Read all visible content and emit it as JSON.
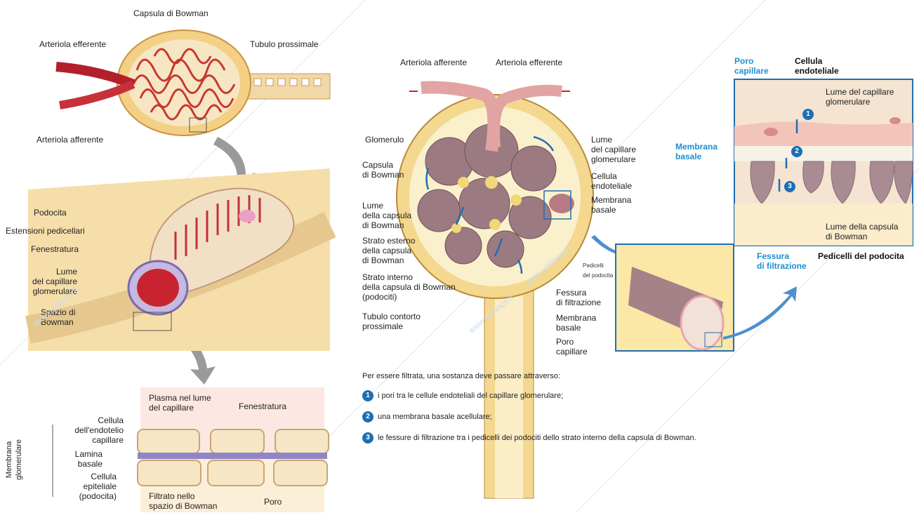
{
  "panel_a": {
    "capsula": "Capsula di Bowman",
    "arteriola_eff": "Arteriola efferente",
    "tubulo": "Tubulo prossimale",
    "arteriola_aff": "Arteriola afferente",
    "podocita": "Podocita",
    "estensioni": "Estensioni pedicellari",
    "fenestratura": "Fenestratura",
    "lume": [
      "Lume",
      "del capillare",
      "glomerulare"
    ],
    "spazio": [
      "Spazio di",
      "Bowman"
    ],
    "plasma": [
      "Plasma nel lume",
      "del capillare"
    ],
    "fenestratura2": "Fenestratura",
    "cellula_endo": [
      "Cellula",
      "dell'endotelio",
      "capillare"
    ],
    "lamina": [
      "Lamina",
      "basale"
    ],
    "cellula_epi": [
      "Cellula",
      "epiteliale",
      "(podocita)"
    ],
    "filtrato": [
      "Filtrato nello",
      "spazio di Bowman"
    ],
    "poro": "Poro",
    "membrana_glom": [
      "Membrana",
      "glomerulare"
    ]
  },
  "panel_b": {
    "art_aff": "Arteriola afferente",
    "art_eff": "Arteriola efferente",
    "glomerulo": "Glomerulo",
    "capsula": [
      "Capsula",
      "di Bowman"
    ],
    "lume_capsula": [
      "Lume",
      "della capsula",
      "di Bowman"
    ],
    "strato_esterno": [
      "Strato esterno",
      "della capsula",
      "di Bowman"
    ],
    "strato_interno": [
      "Strato interno",
      "della capsula di Bowman",
      "(podociti)"
    ],
    "tubulo": [
      "Tubulo contorto",
      "prossimale"
    ],
    "lume_cap": [
      "Lume",
      "del capillare",
      "glomerulare"
    ],
    "cellula_endo": [
      "Cellula",
      "endoteliale"
    ],
    "membrana": [
      "Membrana",
      "basale"
    ]
  },
  "panel_c": {
    "pedicelli": [
      "Pedicelli",
      "del podocita"
    ],
    "fessura": [
      "Fessura",
      "di filtrazione"
    ],
    "membrana": [
      "Membrana",
      "basale"
    ],
    "poro": [
      "Poro",
      "capillare"
    ]
  },
  "panel_d": {
    "poro": [
      "Poro",
      "capillare"
    ],
    "cellula": [
      "Cellula",
      "endoteliale"
    ],
    "lume": [
      "Lume del capillare",
      "glomerulare"
    ],
    "membrana": [
      "Membrana",
      "basale"
    ],
    "lume_capsula": [
      "Lume della capsula",
      "di Bowman"
    ],
    "fessura": [
      "Fessura",
      "di filtrazione"
    ],
    "pedicelli": "Pedicelli del podocita",
    "nums": [
      "1",
      "2",
      "3"
    ]
  },
  "caption": {
    "intro": "Per essere filtrata, una sostanza deve passare attraverso:",
    "items": [
      {
        "num": "1",
        "text": "i pori tra le cellule endoteliali del capillare glomerulare;"
      },
      {
        "num": "2",
        "text": "una membrana basale acellulare;"
      },
      {
        "num": "3",
        "text": "le fessure di filtrazione tra i pedicelli dei podociti dello strato interno della capsula di Bowman."
      }
    ]
  },
  "watermark": "www.unitincs.it"
}
